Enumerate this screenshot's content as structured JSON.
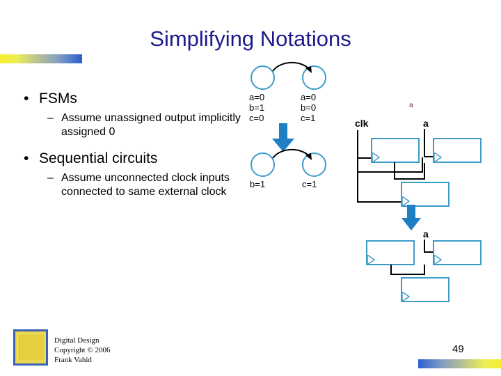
{
  "slide": {
    "title": "Simplifying Notations",
    "page_number": "49",
    "accent_blue": "#1a1a8c",
    "diagram_blue": "#3d9bc8",
    "arrow_blue": "#1f7fc4",
    "gradient_yellow": "#f5ef2e",
    "gradient_blue": "#2b5fd0"
  },
  "bullets": [
    {
      "level": 1,
      "marker": "•",
      "text": "FSMs"
    },
    {
      "level": 2,
      "marker": "–",
      "text": "Assume unassigned output implicitly assigned 0"
    },
    {
      "level": 1,
      "marker": "•",
      "text": "Sequential circuits"
    },
    {
      "level": 2,
      "marker": "–",
      "text": "Assume unconnected clock inputs connected to same external clock"
    }
  ],
  "fsm": {
    "before": {
      "states": [
        {
          "name": "state-left",
          "lines": [
            "a=0",
            "b=1",
            "c=0"
          ]
        },
        {
          "name": "state-right",
          "lines": [
            "a=0",
            "b=0",
            "c=1"
          ]
        }
      ]
    },
    "after": {
      "states": [
        {
          "name": "state-left",
          "lines": [
            "b=1"
          ]
        },
        {
          "name": "state-right",
          "lines": [
            "c=1"
          ]
        }
      ]
    }
  },
  "circuit": {
    "red_marker": "a",
    "before": {
      "clock_label": "clk",
      "input_label": "a",
      "register_count": 3
    },
    "after": {
      "input_label": "a",
      "register_count": 3
    }
  },
  "footer": {
    "line1": "Digital Design",
    "line2": "Copyright © 2006",
    "line3": "Frank Vahid"
  }
}
